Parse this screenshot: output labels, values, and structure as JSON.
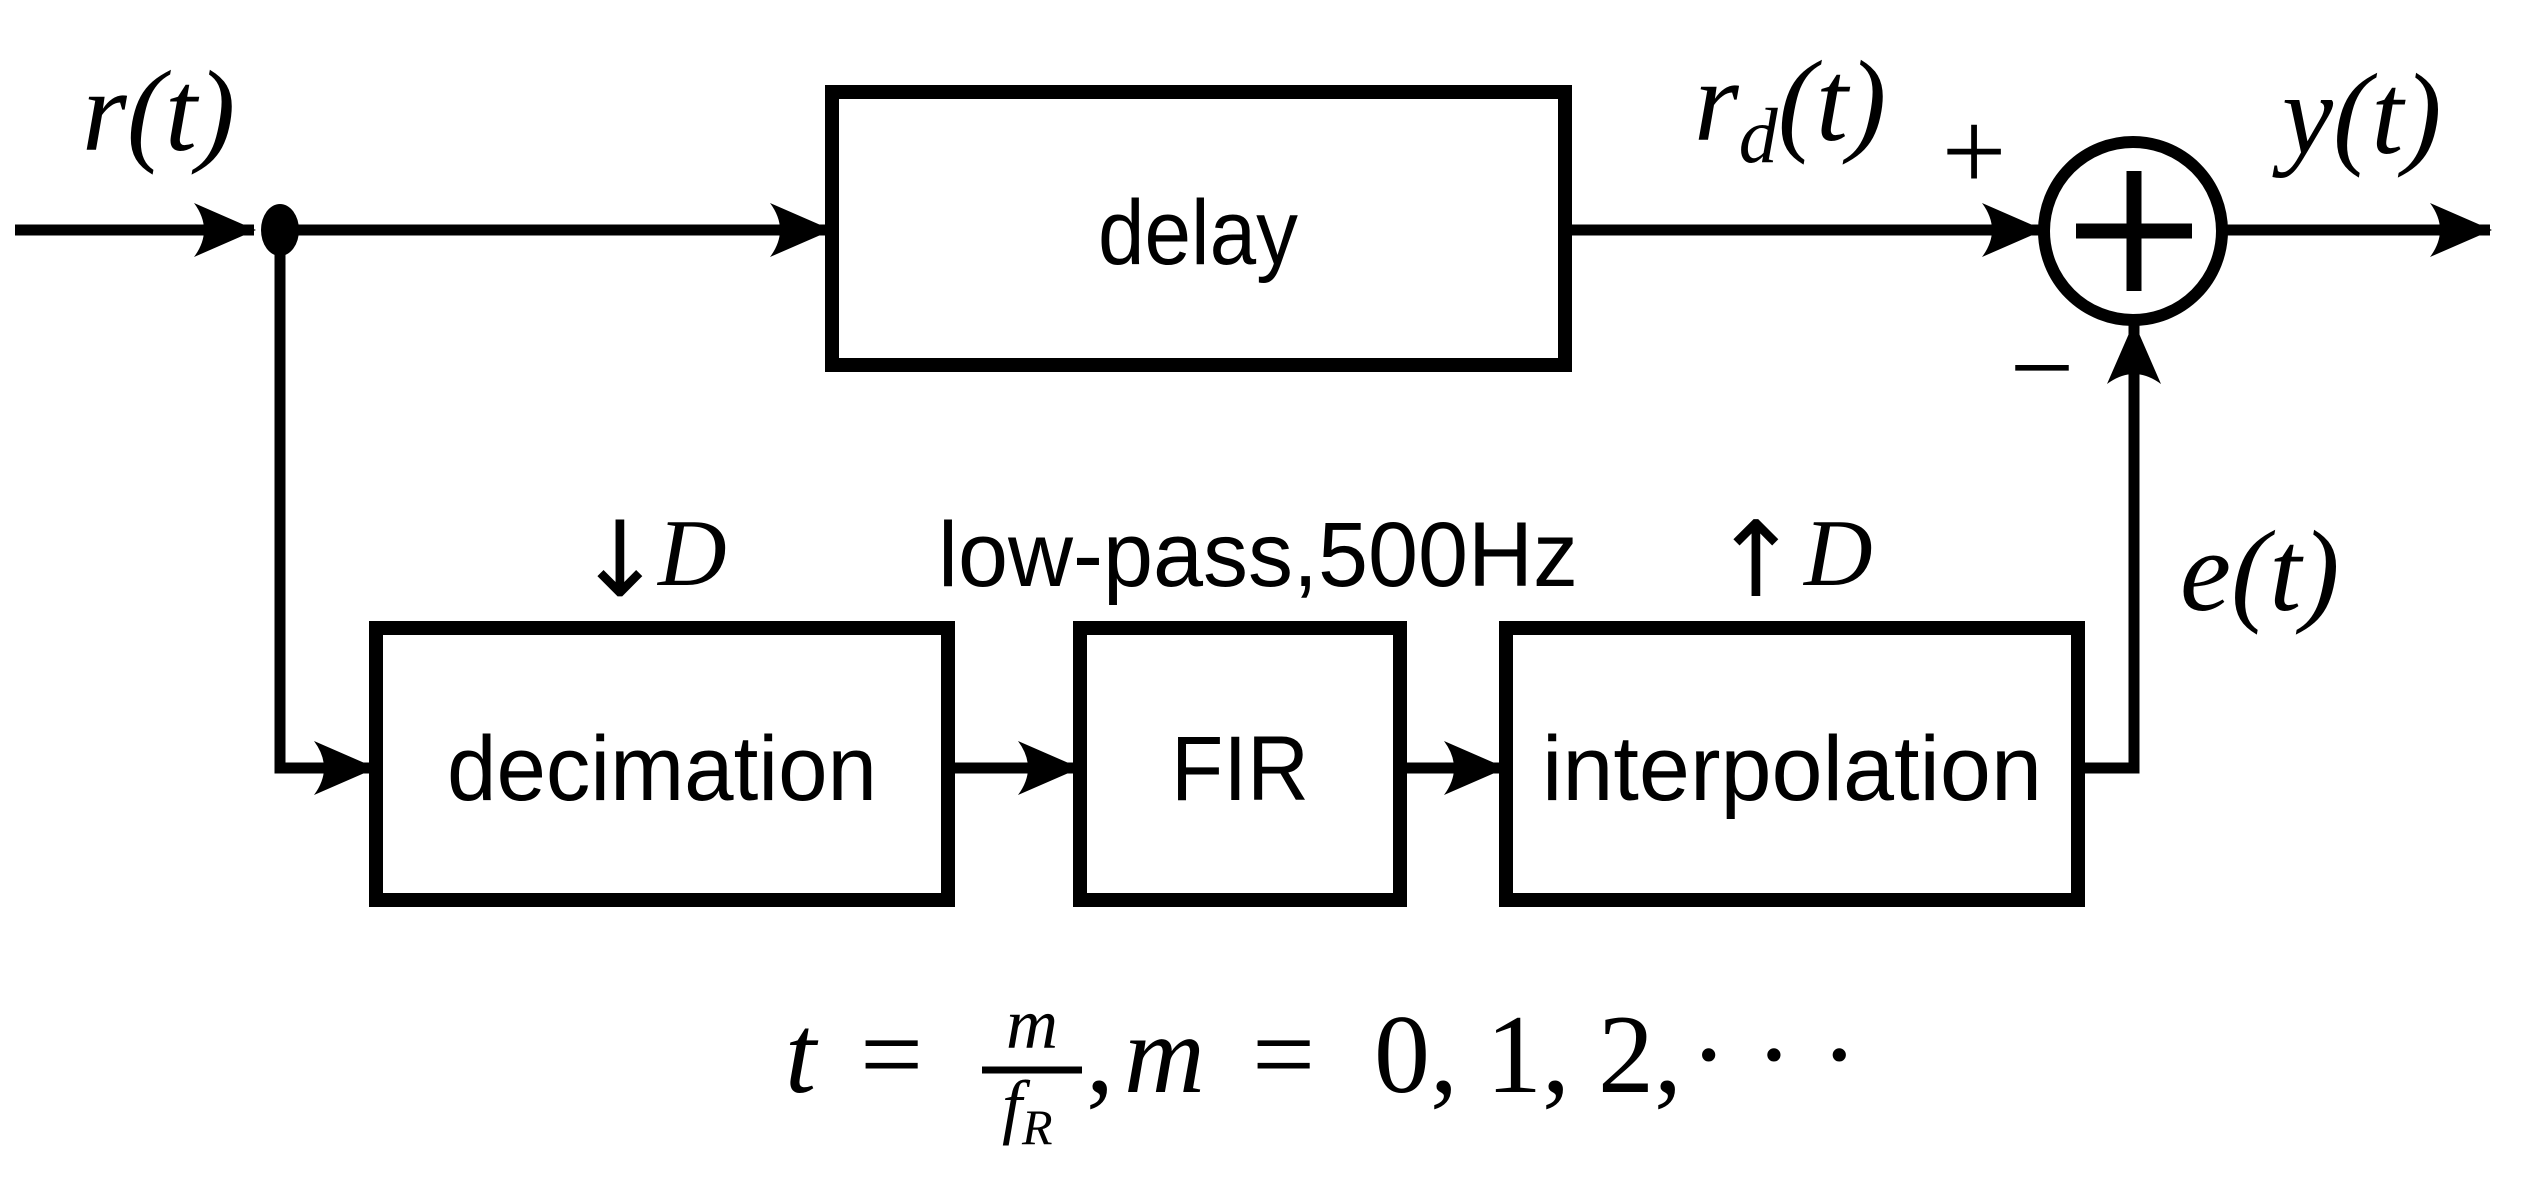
{
  "colors": {
    "background": "#ffffff",
    "ink": "#000000"
  },
  "signals": {
    "input": "r(t)",
    "delayed_base": "r",
    "delayed_sub": "d",
    "delayed_args": "(t)",
    "output": "y(t)",
    "error": "e(t)"
  },
  "junction": {
    "plus": "+",
    "minus": "−"
  },
  "blocks": {
    "delay": "delay",
    "decimation": "decimation",
    "fir": "FIR",
    "interpolation": "interpolation"
  },
  "annotations": {
    "downsample_arrow": "↓",
    "downsample_factor": "D",
    "fir_note": "low-pass,500Hz",
    "upsample_arrow": "↑",
    "upsample_factor": "D"
  },
  "equation": {
    "lhs": "t",
    "relation": "=",
    "numerator": "m",
    "denominator_base": "f",
    "denominator_sub": "R",
    "separator": ",",
    "index_variable": "m",
    "relation2": "=",
    "index_values": "0, 1, 2,",
    "ellipsis": "· · ·"
  }
}
